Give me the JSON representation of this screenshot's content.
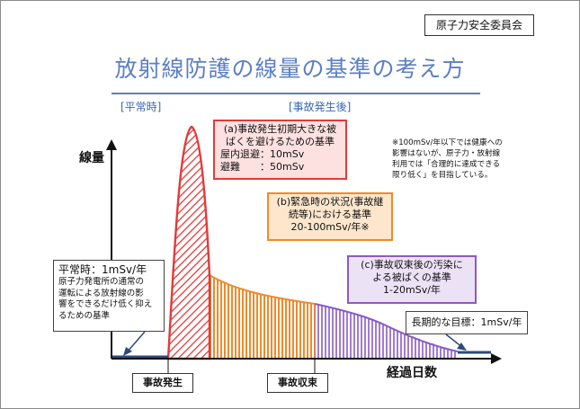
{
  "organization": "原子力安全委員会",
  "title": "放射線防護の線量の基準の考え方",
  "periods": {
    "normal": "[平常時]",
    "after": "[事故発生後]"
  },
  "axes": {
    "y": "線量",
    "x": "経過日数"
  },
  "note": [
    "※100mSv/年以下では健康への",
    "影響はないが、原子力・放射線",
    "利用では「合理的に達成できる",
    "限り低く」を目指している。"
  ],
  "box_a": {
    "line1": "(a)事故発生初期大きな被",
    "line2": "ばくを避けるための基準",
    "line3": "屋内退避：10mSv",
    "line4": "避難　　：50mSv"
  },
  "box_b": {
    "line1": "(b)緊急時の状況(事故継",
    "line2": "続等)における基準",
    "line3": "20-100mSv/年※"
  },
  "box_c": {
    "line1": "(c)事故収束後の汚染に",
    "line2": "よる被ばくの基準",
    "line3": "1-20mSv/年"
  },
  "box_normal": {
    "heading": "平常時：1mSv/年",
    "line1": "原子力発電所の通常の",
    "line2": "運転による放射線の影",
    "line3": "響をできるだけ低く抑え",
    "line4": "るための基準"
  },
  "box_longterm": "長期的な目標：1mSv/年",
  "tags": {
    "accident_start": "事故発生",
    "accident_end": "事故収束"
  },
  "colors": {
    "title": "#5b7fc4",
    "phase_a": "#e23a3a",
    "phase_b": "#f08a2a",
    "phase_c": "#8a5ac4",
    "baseline": "#2c4a78"
  }
}
